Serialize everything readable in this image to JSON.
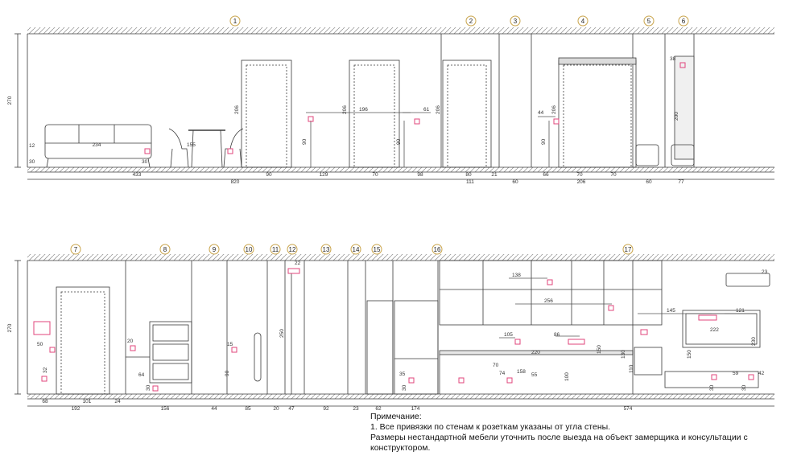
{
  "top_elevation": {
    "height_label": "270",
    "markers": [
      "1",
      "2",
      "3",
      "4",
      "5",
      "6"
    ],
    "bottom_dims_row1": [
      "433",
      "90",
      "129",
      "70",
      "98",
      "80",
      "21",
      "60",
      "66",
      "70",
      "70",
      "60",
      "77"
    ],
    "bottom_dims_row2": [
      "820",
      "111",
      "206"
    ],
    "labels": {
      "sofa": "234",
      "sofa_left": "12",
      "sofa_h": "30",
      "sofa_h2": "30",
      "table": "155",
      "d1_h": "206",
      "d2_h": "206",
      "d3_h": "206",
      "d4_h": "206",
      "sock_196": "196",
      "sock_61": "61",
      "sock_90a": "90",
      "sock_90b": "90",
      "sock_44": "44",
      "sock_90c": "90",
      "mirror_38": "38",
      "mirror_h": "200"
    }
  },
  "bottom_elevation": {
    "height_label": "270",
    "markers": [
      "7",
      "8",
      "9",
      "10",
      "11",
      "12",
      "13",
      "14",
      "15",
      "16",
      "17"
    ],
    "bottom_dims_row1": [
      "68",
      "101",
      "24",
      "44",
      "85",
      "20",
      "47",
      "23",
      "62"
    ],
    "bottom_dims_row2": [
      "192",
      "156",
      "92",
      "174",
      "574"
    ],
    "labels": {
      "s50": "50",
      "s32": "32",
      "s20": "20",
      "s64": "64",
      "s30a": "30",
      "s15": "15",
      "s90": "90",
      "s250": "250",
      "s22": "22",
      "s35": "35",
      "s30b": "30",
      "s138": "138",
      "s256": "256",
      "s105": "105",
      "s86": "86",
      "s220": "220",
      "s70": "70",
      "s74": "74",
      "s158": "158",
      "s55": "55",
      "s100": "100",
      "s150": "150",
      "s145": "145",
      "s121": "121",
      "s222": "222",
      "s150b": "150",
      "s230": "230",
      "s23": "23",
      "s59": "59",
      "s42": "42",
      "s30c": "30",
      "s30d": "30",
      "s130": "130",
      "s110": "110"
    }
  },
  "note": {
    "title": "Примечание:",
    "line1": "1.   Все привязки по стенам к розеткам указаны от угла стены.",
    "line2": "Размеры нестандартной мебели уточнить после выезда на объект замерщика и консультации с конструктором."
  },
  "colors": {
    "line": "#3a3a3a",
    "dim": "#555555",
    "socket": "#e0457b",
    "marker_ring": "#c9a44a",
    "hatch": "#9a9a9a"
  }
}
